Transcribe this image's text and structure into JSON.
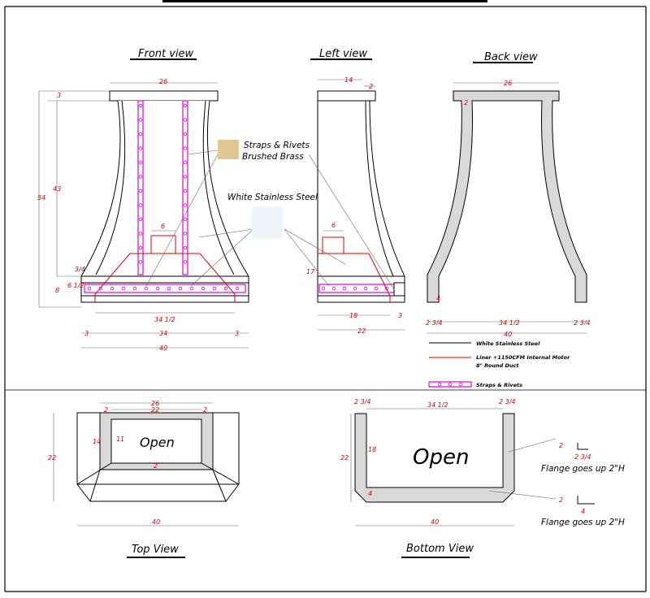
{
  "views": {
    "front": "Front view",
    "left": "Left view",
    "back": "Back view",
    "top": "Top View",
    "bottom": "Bottom View"
  },
  "callouts": {
    "straps_line1": "Straps & Rivets",
    "straps_line2": "Brushed Brass",
    "steel": "White Stainless Steel"
  },
  "legend": {
    "steel": "White Stainless Steel",
    "liner_line1": "Liner +1150CFM Internal Motor",
    "liner_line2": "8\" Round Duct",
    "straps": "Straps & Rivets"
  },
  "open_labels": {
    "top": "Open",
    "bottom": "Open"
  },
  "flange_notes": [
    "Flange goes up 2\"H",
    "Flange goes up 2\"H"
  ],
  "dimensions": {
    "front": {
      "top_width": "26",
      "cap": "3",
      "height_upper": "43",
      "height_total": "54",
      "band_small": "3/4",
      "band_height": "8",
      "band_inner": "6 1/2",
      "duct": "6",
      "liner_width": "34 1/2",
      "left_offset": "3",
      "inner_width": "34",
      "right_offset": "3",
      "bottom_width": "40"
    },
    "left": {
      "top_depth": "14",
      "cap": "2",
      "duct": "6",
      "liner_height": "17",
      "liner_depth": "18",
      "offset": "3",
      "bottom_depth": "22"
    },
    "back": {
      "top_width": "26",
      "wall": "2",
      "leg_height": "4",
      "left_leg": "2 3/4",
      "inner": "34 1/2",
      "right_leg": "2 3/4",
      "bottom_width": "40"
    },
    "top": {
      "outer": "26",
      "inner": "22",
      "left_wall": "2",
      "right_wall": "2",
      "depth_outer": "14",
      "depth_inner": "11",
      "front_wall": "2",
      "depth_total": "22",
      "bottom_width": "40"
    },
    "bottom": {
      "left_wall": "2 3/4",
      "inner": "34 1/2",
      "right_wall": "2 3/4",
      "depth": "22",
      "inner_depth": "18",
      "front_wall": "4",
      "bottom_width": "40",
      "flange1_a": "2",
      "flange1_b": "2 3/4",
      "flange2_a": "2",
      "flange2_b": "4"
    }
  },
  "colors": {
    "liner": "#e00000",
    "straps": "#e000e0",
    "brass": "#e2c790",
    "steel_swatch": "#eef5fb",
    "wall_fill": "#d9d9d9"
  }
}
